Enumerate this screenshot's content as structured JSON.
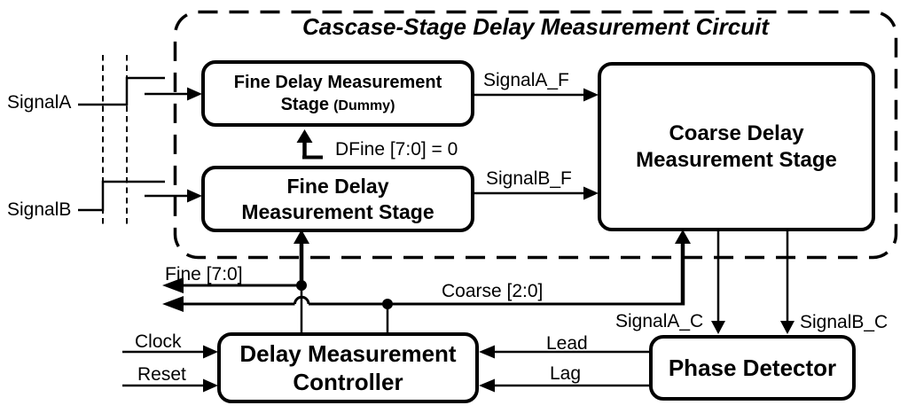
{
  "diagram": {
    "title": "Cascase-Stage Delay Measurement Circuit",
    "blocks": {
      "dummy_stage": {
        "line1": "Fine Delay Measurement",
        "line2": "Stage",
        "line2_note": "(Dummy)"
      },
      "fine_stage": {
        "line1": "Fine Delay",
        "line2": "Measurement Stage"
      },
      "coarse_stage": {
        "line1": "Coarse Delay",
        "line2": "Measurement Stage"
      },
      "controller": {
        "line1": "Delay Measurement",
        "line2": "Controller"
      },
      "phase_detector": {
        "label": "Phase Detector"
      }
    },
    "labels": {
      "signal_a": "SignalA",
      "signal_b": "SignalB",
      "signal_a_f": "SignalA_F",
      "signal_b_f": "SignalB_F",
      "dfine": "DFine [7:0] = 0",
      "fine_bus": "Fine [7:0]",
      "coarse_bus": "Coarse [2:0]",
      "signal_a_c": "SignalA_C",
      "signal_b_c": "SignalB_C",
      "clock": "Clock",
      "reset": "Reset",
      "lead": "Lead",
      "lag": "Lag"
    },
    "colors": {
      "line": "#000000",
      "background": "#ffffff"
    }
  }
}
